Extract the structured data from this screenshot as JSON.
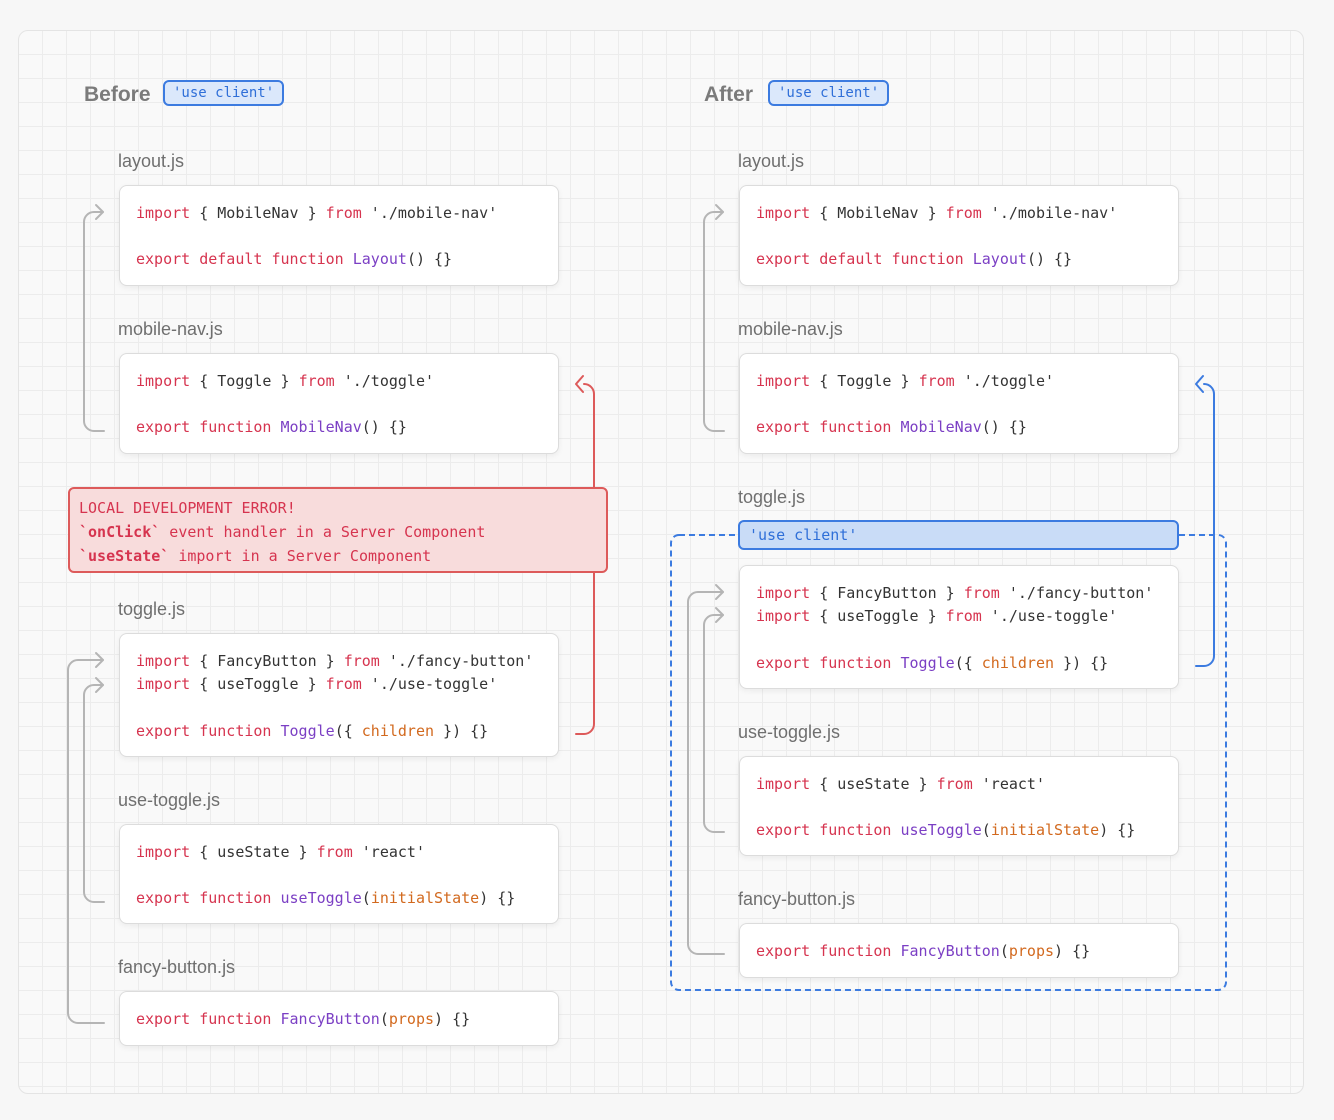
{
  "before": {
    "title": "Before",
    "badge": "'use client'",
    "files": {
      "layout": {
        "name": "layout.js",
        "line1": [
          "import",
          " { MobileNav } ",
          "from",
          " './mobile-nav'"
        ],
        "line2": [
          "export default function",
          " ",
          "Layout",
          "() {}"
        ]
      },
      "mobile_nav": {
        "name": "mobile-nav.js",
        "line1": [
          "import",
          " { Toggle } ",
          "from",
          " './toggle'"
        ],
        "line2": [
          "export function",
          " ",
          "MobileNav",
          "() {}"
        ]
      },
      "toggle": {
        "name": "toggle.js",
        "line1": [
          "import",
          " { FancyButton } ",
          "from",
          " './fancy-button'"
        ],
        "line2": [
          "import",
          " { useToggle } ",
          "from",
          " './use-toggle'"
        ],
        "line3": [
          "export function",
          " ",
          "Toggle",
          "({ ",
          "children",
          " }) {}"
        ]
      },
      "use_toggle": {
        "name": "use-toggle.js",
        "line1": [
          "import",
          " { useState } ",
          "from",
          " 'react'"
        ],
        "line2": [
          "export function",
          " ",
          "useToggle",
          "(",
          "initialState",
          ") {}"
        ]
      },
      "fancy_button": {
        "name": "fancy-button.js",
        "line1": [
          "export function",
          " ",
          "FancyButton",
          "(",
          "props",
          ") {}"
        ]
      }
    },
    "error": {
      "title": "LOCAL DEVELOPMENT ERROR!",
      "line1_code": "`onClick`",
      "line1_text": " event handler in a Server Component",
      "line2_code": "`useState`",
      "line2_text": " import in a Server Component"
    }
  },
  "after": {
    "title": "After",
    "badge": "'use client'",
    "directive": "'use client'",
    "files": {
      "layout": {
        "name": "layout.js",
        "line1": [
          "import",
          " { MobileNav } ",
          "from",
          " './mobile-nav'"
        ],
        "line2": [
          "export default function",
          " ",
          "Layout",
          "() {}"
        ]
      },
      "mobile_nav": {
        "name": "mobile-nav.js",
        "line1": [
          "import",
          " { Toggle } ",
          "from",
          " './toggle'"
        ],
        "line2": [
          "export function",
          " ",
          "MobileNav",
          "() {}"
        ]
      },
      "toggle": {
        "name": "toggle.js",
        "line1": [
          "import",
          " { FancyButton } ",
          "from",
          " './fancy-button'"
        ],
        "line2": [
          "import",
          " { useToggle } ",
          "from",
          " './use-toggle'"
        ],
        "line3": [
          "export function",
          " ",
          "Toggle",
          "({ ",
          "children",
          " }) {}"
        ]
      },
      "use_toggle": {
        "name": "use-toggle.js",
        "line1": [
          "import",
          " { useState } ",
          "from",
          " 'react'"
        ],
        "line2": [
          "export function",
          " ",
          "useToggle",
          "(",
          "initialState",
          ") {}"
        ]
      },
      "fancy_button": {
        "name": "fancy-button.js",
        "line1": [
          "export function",
          " ",
          "FancyButton",
          "(",
          "props",
          ") {}"
        ]
      }
    }
  },
  "colors": {
    "keyword": "#d6344f",
    "function_name": "#7b3fc4",
    "parameter": "#d2691e",
    "client_boundary": "#3c7be0",
    "error": "#dd5a5a",
    "connector": "#b5b5b5"
  }
}
